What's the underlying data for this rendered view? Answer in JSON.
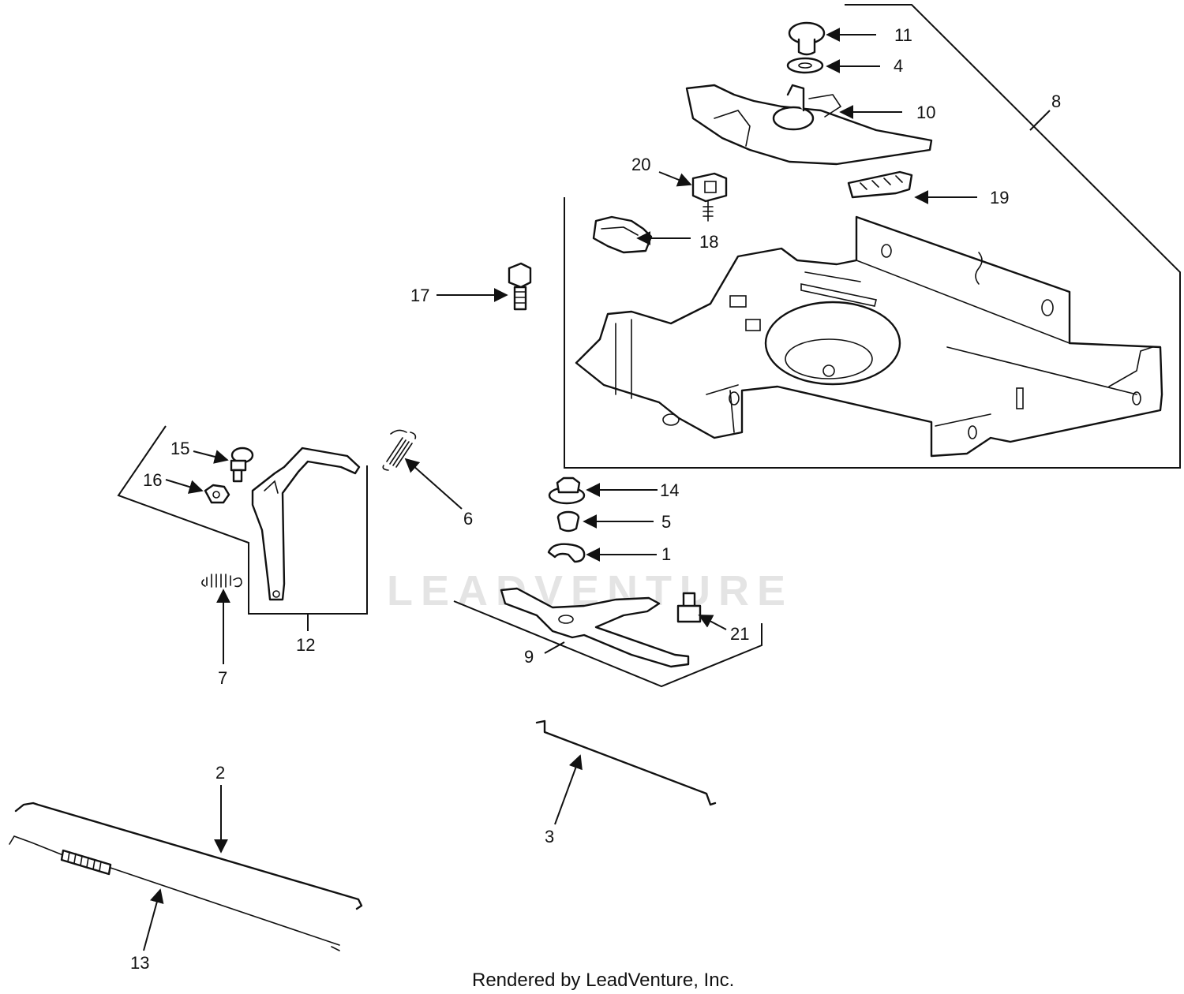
{
  "watermark": "LEADVENTURE",
  "credit": "Rendered by LeadVenture, Inc.",
  "callouts": {
    "c1": "1",
    "c2": "2",
    "c3": "3",
    "c4": "4",
    "c5": "5",
    "c6": "6",
    "c7": "7",
    "c8": "8",
    "c9": "9",
    "c10": "10",
    "c11": "11",
    "c12": "12",
    "c13": "13",
    "c14": "14",
    "c15": "15",
    "c16": "16",
    "c17": "17",
    "c18": "18",
    "c19": "19",
    "c20": "20",
    "c21": "21"
  }
}
